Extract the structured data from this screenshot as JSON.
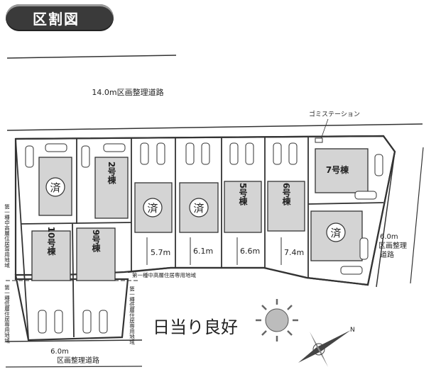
{
  "header": {
    "title": "区割図"
  },
  "roads": {
    "top": "14.0m区画整理道路",
    "right": [
      "6.0m",
      "区画整理",
      "道路"
    ],
    "bottom": [
      "6.0m",
      "区画整理道路"
    ]
  },
  "zones": {
    "left_upper": "第一種中高層住居専用地域",
    "left_lower": "第一種低層住居専用地域",
    "mid_upper": "第一種中高層住居専用地域",
    "mid_lower": "第一種低層住居専用地域"
  },
  "garbage_station": "ゴミステーション",
  "sunlight": "日当り良好",
  "compass_n": "N",
  "lots": [
    {
      "label": "済"
    },
    {
      "label": "2号棟"
    },
    {
      "label": "済"
    },
    {
      "label": "済"
    },
    {
      "label": "5号棟"
    },
    {
      "label": "6号棟"
    },
    {
      "label": "7号棟"
    },
    {
      "label": "済"
    },
    {
      "label": "9号棟"
    },
    {
      "label": "10号棟"
    }
  ],
  "widths": [
    "5.7m",
    "6.1m",
    "6.6m",
    "7.4m"
  ]
}
